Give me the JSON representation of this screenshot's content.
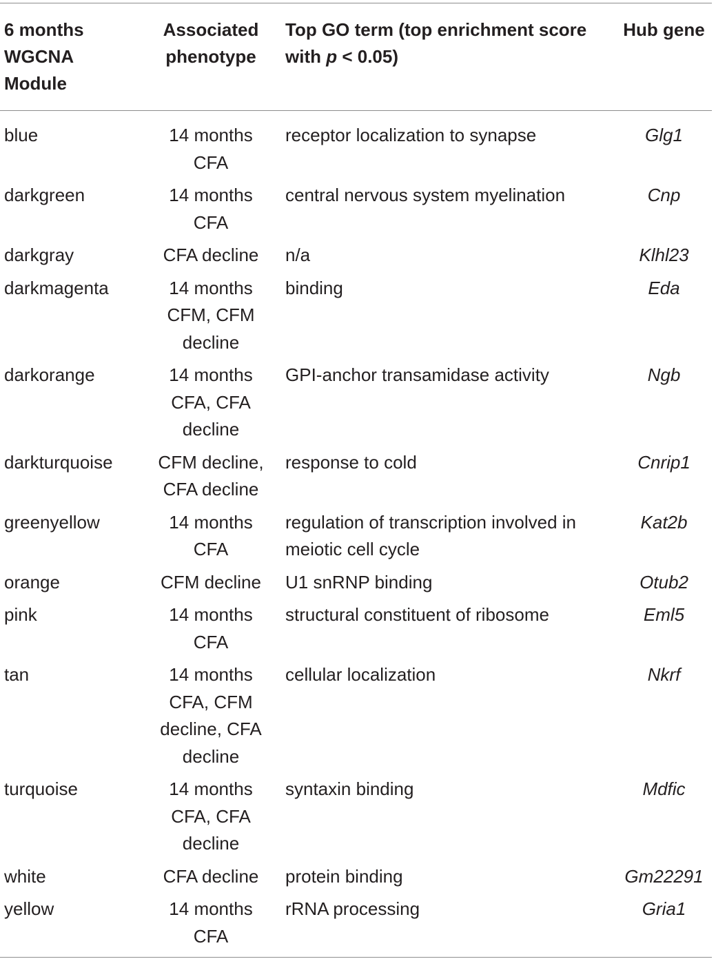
{
  "table": {
    "headers": {
      "module": "6 months WGCNA Module",
      "phenotype": "Associated phenotype",
      "go_prefix": "Top GO term (top enrichment score with ",
      "go_p": "p",
      "go_suffix": " < 0.05)",
      "hub": "Hub gene"
    },
    "rows": [
      {
        "module": "blue",
        "phenotype": "14 months CFA",
        "go": "receptor localization to synapse",
        "hub": "Glg1"
      },
      {
        "module": "darkgreen",
        "phenotype": "14 months CFA",
        "go": "central nervous system myelination",
        "hub": "Cnp"
      },
      {
        "module": "darkgray",
        "phenotype": "CFA decline",
        "go": "n/a",
        "hub": "Klhl23"
      },
      {
        "module": "darkmagenta",
        "phenotype": "14 months CFM, CFM decline",
        "go": "binding",
        "hub": "Eda"
      },
      {
        "module": "darkorange",
        "phenotype": "14 months CFA, CFA decline",
        "go": "GPI-anchor transamidase activity",
        "hub": "Ngb"
      },
      {
        "module": "darkturquoise",
        "phenotype": "CFM decline, CFA decline",
        "go": "response to cold",
        "hub": "Cnrip1"
      },
      {
        "module": "greenyellow",
        "phenotype": "14 months CFA",
        "go": "regulation of transcription involved in meiotic cell cycle",
        "hub": "Kat2b"
      },
      {
        "module": "orange",
        "phenotype": "CFM decline",
        "go": "U1 snRNP binding",
        "hub": "Otub2"
      },
      {
        "module": "pink",
        "phenotype": "14 months CFA",
        "go": "structural constituent of ribosome",
        "hub": "Eml5"
      },
      {
        "module": "tan",
        "phenotype": "14 months CFA, CFM decline, CFA decline",
        "go": "cellular localization",
        "hub": "Nkrf"
      },
      {
        "module": "turquoise",
        "phenotype": "14 months CFA, CFA decline",
        "go": "syntaxin binding",
        "hub": "Mdfic"
      },
      {
        "module": "white",
        "phenotype": "CFA decline",
        "go": "protein binding",
        "hub": "Gm22291"
      },
      {
        "module": "yellow",
        "phenotype": "14 months CFA",
        "go": "rRNA processing",
        "hub": "Gria1"
      }
    ]
  }
}
